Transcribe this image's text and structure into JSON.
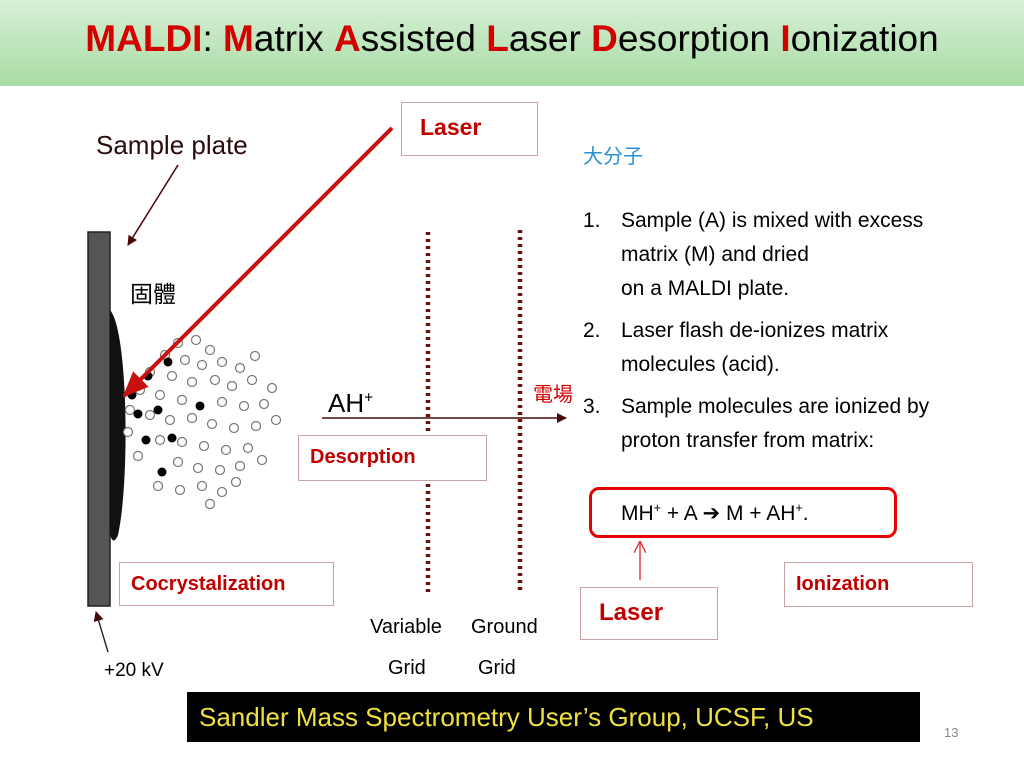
{
  "title": {
    "maldi": "MALDI",
    "colon": ": ",
    "m": "M",
    "atrix": "atrix ",
    "a": "A",
    "ssisted": "ssisted ",
    "l": "L",
    "aser": "aser ",
    "d": "D",
    "esorption": "esorption ",
    "i": "I",
    "onization": "onization"
  },
  "labels": {
    "sample_plate": "Sample  plate",
    "solid_cjk": "固體",
    "large_molecule_cjk": "大分子",
    "electric_field_cjk": "電場",
    "ion": "AH",
    "ion_sup": "+",
    "voltage": "+20 kV",
    "variable": "Variable",
    "ground": "Ground",
    "grid_1": "Grid",
    "grid_2": "Grid",
    "page_number": "13"
  },
  "boxes": {
    "laser_top": "Laser",
    "desorption": "Desorption",
    "cocrystalization": "Cocrystalization",
    "laser_bottom": "Laser",
    "ionization": "Ionization"
  },
  "steps": [
    {
      "num": "1.",
      "lines": [
        "Sample (A) is mixed with excess",
        "matrix (M) and dried",
        "on a MALDI plate."
      ]
    },
    {
      "num": "2.",
      "lines": [
        "Laser flash de-ionizes matrix",
        "molecules (acid)."
      ]
    },
    {
      "num": "3.",
      "lines": [
        "Sample molecules are ionized by",
        "proton transfer from matrix:"
      ]
    }
  ],
  "equation": {
    "mh": "MH",
    "plus_sup1": "+",
    "mid": " + A ",
    "arrow": "➔",
    "m": " M + AH",
    "plus_sup2": "+",
    "end": "."
  },
  "footer": "Sandler Mass Spectrometry User’s Group, UCSF, US",
  "colors": {
    "accent": "#d40000",
    "box_text": "#c00000",
    "cjk_blue": "#2a8fd4",
    "header_green": "#a9dca4",
    "footer_text": "#f0e040",
    "dark_red_line": "#7a0a0a"
  }
}
